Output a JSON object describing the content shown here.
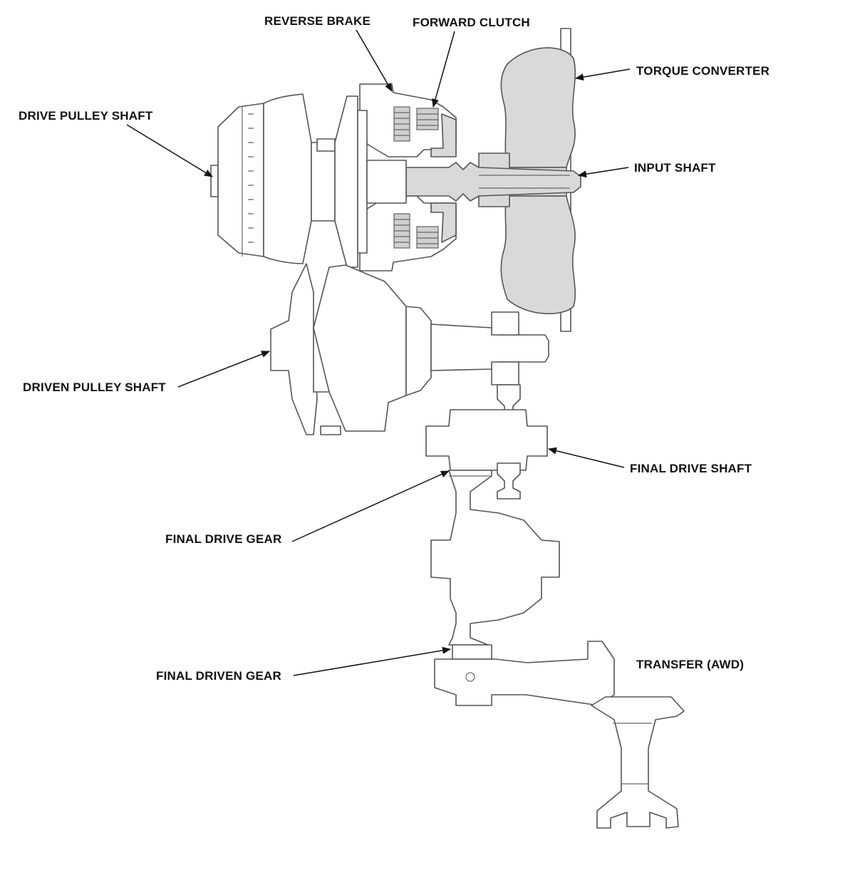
{
  "labels": {
    "reverse_brake": "REVERSE BRAKE",
    "forward_clutch": "FORWARD CLUTCH",
    "torque_converter": "TORQUE CONVERTER",
    "drive_pulley_shaft": "DRIVE PULLEY SHAFT",
    "input_shaft": "INPUT SHAFT",
    "driven_pulley_shaft": "DRIVEN PULLEY SHAFT",
    "final_drive_shaft": "FINAL DRIVE SHAFT",
    "final_drive_gear": "FINAL DRIVE GEAR",
    "final_driven_gear": "FINAL DRIVEN GEAR",
    "transfer": "TRANSFER (AWD)"
  },
  "colors": {
    "outline": "#555555",
    "shade": "#d9d9d9",
    "text": "#111111",
    "background": "#ffffff"
  }
}
